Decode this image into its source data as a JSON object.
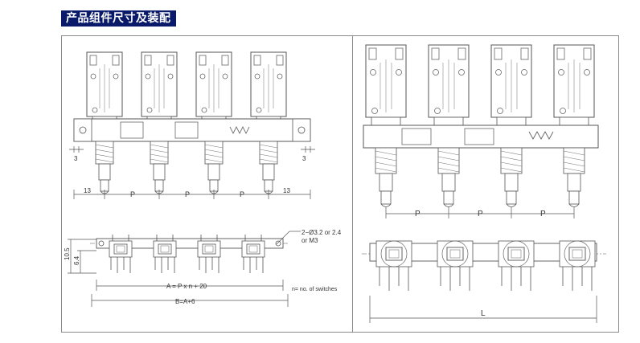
{
  "header": {
    "title": "产品组件尺寸及装配"
  },
  "left_panel": {
    "dims": {
      "left_gap": "3",
      "right_gap": "3",
      "left_end": "13",
      "pitch_1": "P",
      "pitch_2": "P",
      "pitch_3": "P",
      "right_end": "13"
    },
    "callout_line1": "2−Ø3.2  or  2.4",
    "callout_line2": "or  M3",
    "height_outer": "10.5",
    "height_inner": "6.4",
    "formula_a": "A = P x n + 20",
    "note": "n= no. of switches",
    "formula_b": "B=A+6"
  },
  "right_panel": {
    "pitch_1": "P",
    "pitch_2": "P",
    "pitch_3": "P",
    "length_label": "L"
  },
  "colors": {
    "line": "#555555",
    "title_bg": "#0a1a6a",
    "border": "#8a8a8a"
  }
}
